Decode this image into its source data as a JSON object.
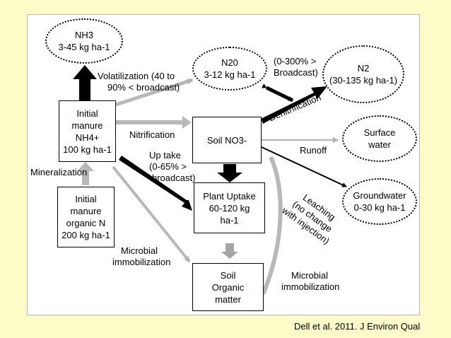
{
  "pools": {
    "initial_nh4": [
      "Initial",
      "manure",
      "NH4+",
      "100 kg ha-1"
    ],
    "initial_organic": [
      "Initial",
      "manure",
      "organic N",
      "200 kg ha-1"
    ],
    "soil_no3": "Soil NO3-",
    "plant_uptake": [
      "Plant Uptake",
      "60-120 kg",
      "ha-1"
    ],
    "soil_organic": [
      "Soil",
      "Organic",
      "matter"
    ]
  },
  "losses": {
    "nh3": [
      "NH3",
      "3-45 kg ha-1"
    ],
    "n2o": [
      "N20",
      "3-12 kg ha-1"
    ],
    "n2": [
      "N2",
      "(30-135 kg ha-1)"
    ],
    "surface": [
      "Surface",
      "water"
    ],
    "groundwater": [
      "Groundwater",
      "0-30 kg ha-1"
    ]
  },
  "processes": {
    "volatilization": [
      "Volatilization (40 to",
      "90% < broadcast)"
    ],
    "nitrification": "Nitrification",
    "mineralization": "Mineralization",
    "uptake": [
      "Up take",
      "(0-65% >",
      "broadcast)"
    ],
    "microbial_left": [
      "Microbial",
      "immobilization"
    ],
    "microbial_right": [
      "Microbial",
      "immobilization"
    ],
    "denitrification": "Denitrification",
    "denit_note": [
      "(0-300% >",
      "Broadcast)"
    ],
    "runoff": "Runoff",
    "leaching": [
      "Leaching",
      "(no change",
      "with injection)"
    ]
  },
  "citation": "Dell et al. 2011. J Environ Qual",
  "colors": {
    "background": "#fdfcc8",
    "strong_flow": "#000000",
    "weak_flow": "#b8b8b8"
  }
}
